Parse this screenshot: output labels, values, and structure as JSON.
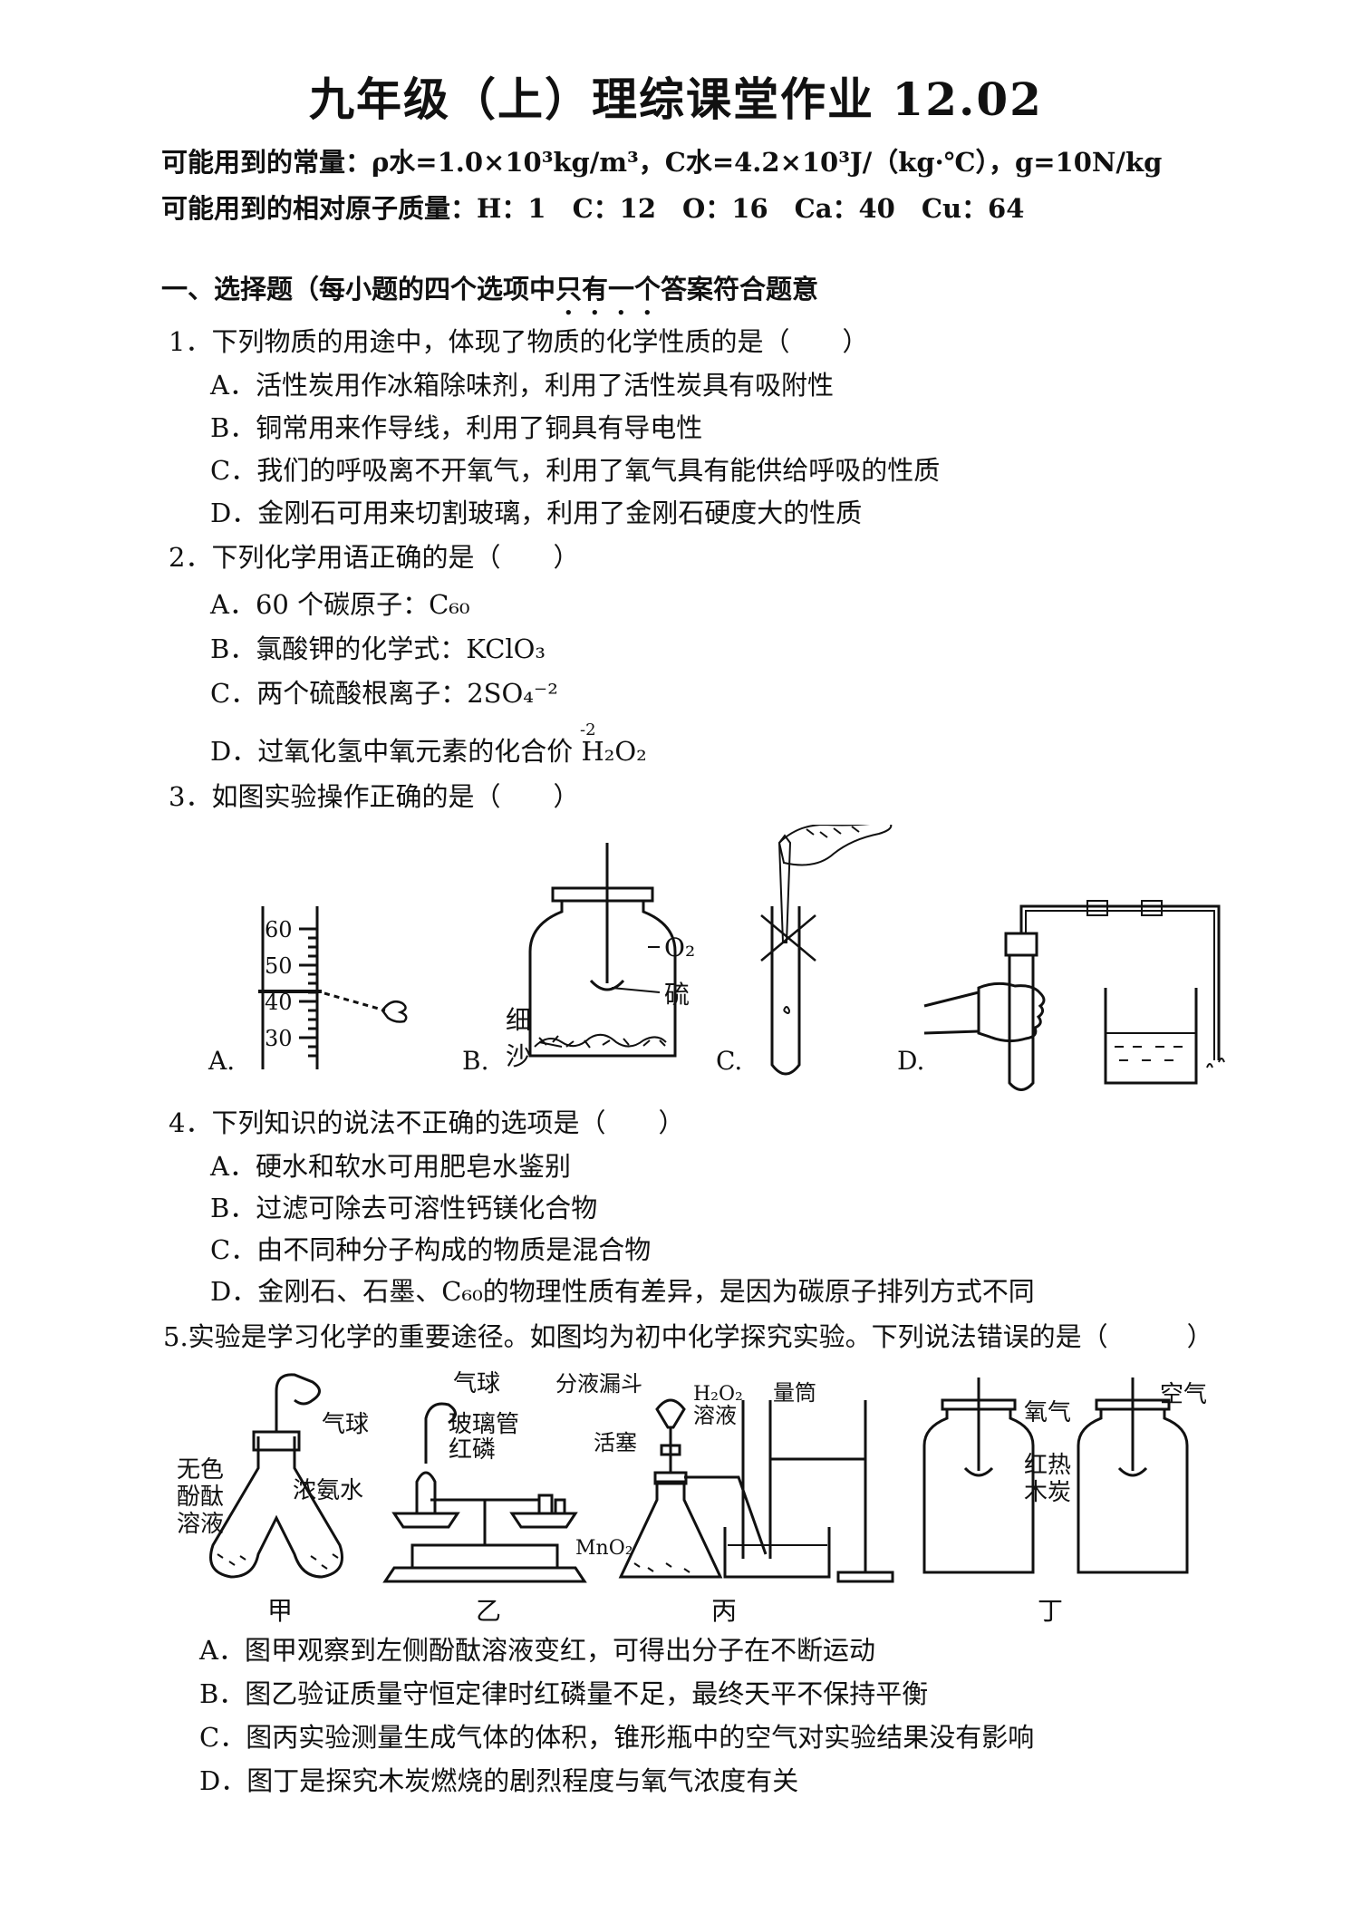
{
  "title": "九年级（上）理综课堂作业 12.02",
  "constants": {
    "line1": "可能用到的常量：ρ水=1.0×10³kg/m³，C水=4.2×10³J/（kg·℃），g=10N/kg",
    "line2": "可能用到的相对原子质量：H：1　C：12　O：16　Ca：40　Cu：64"
  },
  "section1": {
    "prefix": "一、选择题（每小题的四个选项中",
    "emph": "只有一个",
    "suffix": "答案符合题意"
  },
  "questions": [
    {
      "stem": "1．下列物质的用途中，体现了物质的化学性质的是（　　）",
      "options": [
        "A．活性炭用作冰箱除味剂，利用了活性炭具有吸附性",
        "B．铜常用来作导线，利用了铜具有导电性",
        "C．我们的呼吸离不开氧气，利用了氧气具有能供给呼吸的性质",
        "D．金刚石可用来切割玻璃，利用了金刚石硬度大的性质"
      ]
    },
    {
      "stem": "2．下列化学用语正确的是（　　）",
      "options": [
        "A．60 个碳原子：C₆₀",
        "B．氯酸钾的化学式：KClO₃",
        "C．两个硫酸根离子：2SO₄⁻²",
        "D．过氧化氢中氧元素的化合价 H₂O₂"
      ],
      "option_d_valence": "-2"
    },
    {
      "stem": "3．如图实验操作正确的是（　　）",
      "figure_labels": {
        "a": "A.",
        "b": "B.",
        "c": "C.",
        "d": "D.",
        "ticks": [
          "60",
          "50",
          "40",
          "30"
        ],
        "o2": "O₂",
        "sulfur": "硫",
        "sand1": "细",
        "sand2": "沙"
      }
    },
    {
      "stem": "4．下列知识的说法不正确的选项是（　　）",
      "options": [
        "A．硬水和软水可用肥皂水鉴别",
        "B．过滤可除去可溶性钙镁化合物",
        "C．由不同种分子构成的物质是混合物",
        "D．金刚石、石墨、C₆₀的物理性质有差异，是因为碳原子排列方式不同"
      ]
    },
    {
      "stem": "5.实验是学习化学的重要途径。如图均为初中化学探究实验。下列说法错误的是（　　　）",
      "figure_labels": {
        "balloon": "气球",
        "phenol1": "无色",
        "phenol2": "酚酞",
        "phenol3": "溶液",
        "ammonia": "浓氨水",
        "balloon2": "气球",
        "glass_tube": "玻璃管",
        "red_p": "红磷",
        "funnel": "分液漏斗",
        "h2o2a": "H₂O₂",
        "h2o2b": "溶液",
        "stopcock": "活塞",
        "cylinder": "量筒",
        "mno2": "MnO₂",
        "oxygen": "氧气",
        "air": "空气",
        "charcoal1": "红热",
        "charcoal2": "木炭",
        "jia": "甲",
        "yi": "乙",
        "bing": "丙",
        "ding": "丁"
      },
      "options": [
        "A．图甲观察到左侧酚酞溶液变红，可得出分子在不断运动",
        "B．图乙验证质量守恒定律时红磷量不足，最终天平不保持平衡",
        "C．图丙实验测量生成气体的体积，锥形瓶中的空气对实验结果没有影响",
        "D．图丁是探究木炭燃烧的剧烈程度与氧气浓度有关"
      ]
    }
  ]
}
